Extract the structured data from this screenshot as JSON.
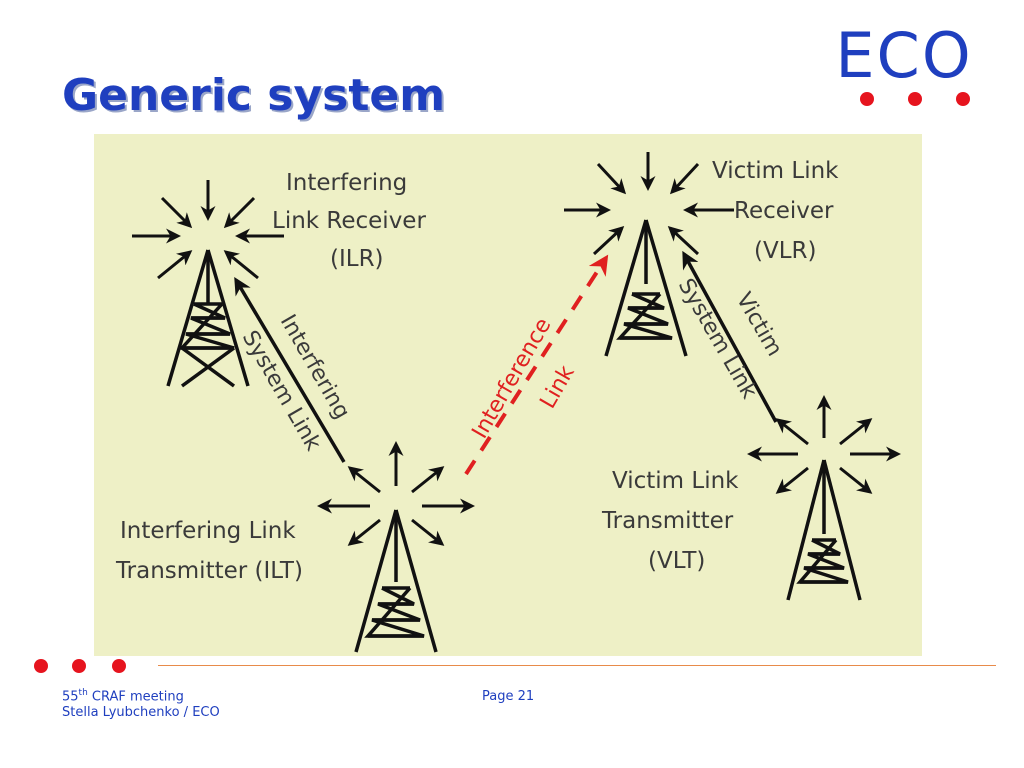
{
  "slide": {
    "title": "Generic system",
    "logo_text": "ECO"
  },
  "diagram": {
    "ilr_label": [
      "Interfering",
      "Link Receiver",
      "(ILR)"
    ],
    "vlr_label": [
      "Victim Link",
      "Receiver",
      "(VLR)"
    ],
    "ilt_label": [
      "Interfering Link",
      "Transmitter (ILT)"
    ],
    "vlt_label": [
      "Victim Link",
      "Transmitter",
      "(VLT)"
    ],
    "interfering_system_link": [
      "Interfering",
      "System Link"
    ],
    "victim_system_link": [
      "Victim",
      "System Link"
    ],
    "interference_link": [
      "Interference",
      "Link"
    ],
    "colors": {
      "background": "#eef0c6",
      "interference": "#e02020",
      "ink": "#111111",
      "text": "#3a3a3a"
    }
  },
  "footer": {
    "meeting_number": "55",
    "meeting_sup": "th",
    "meeting_rest": " CRAF meeting",
    "author": "Stella Lyubchenko / ECO",
    "page": "Page 21"
  }
}
